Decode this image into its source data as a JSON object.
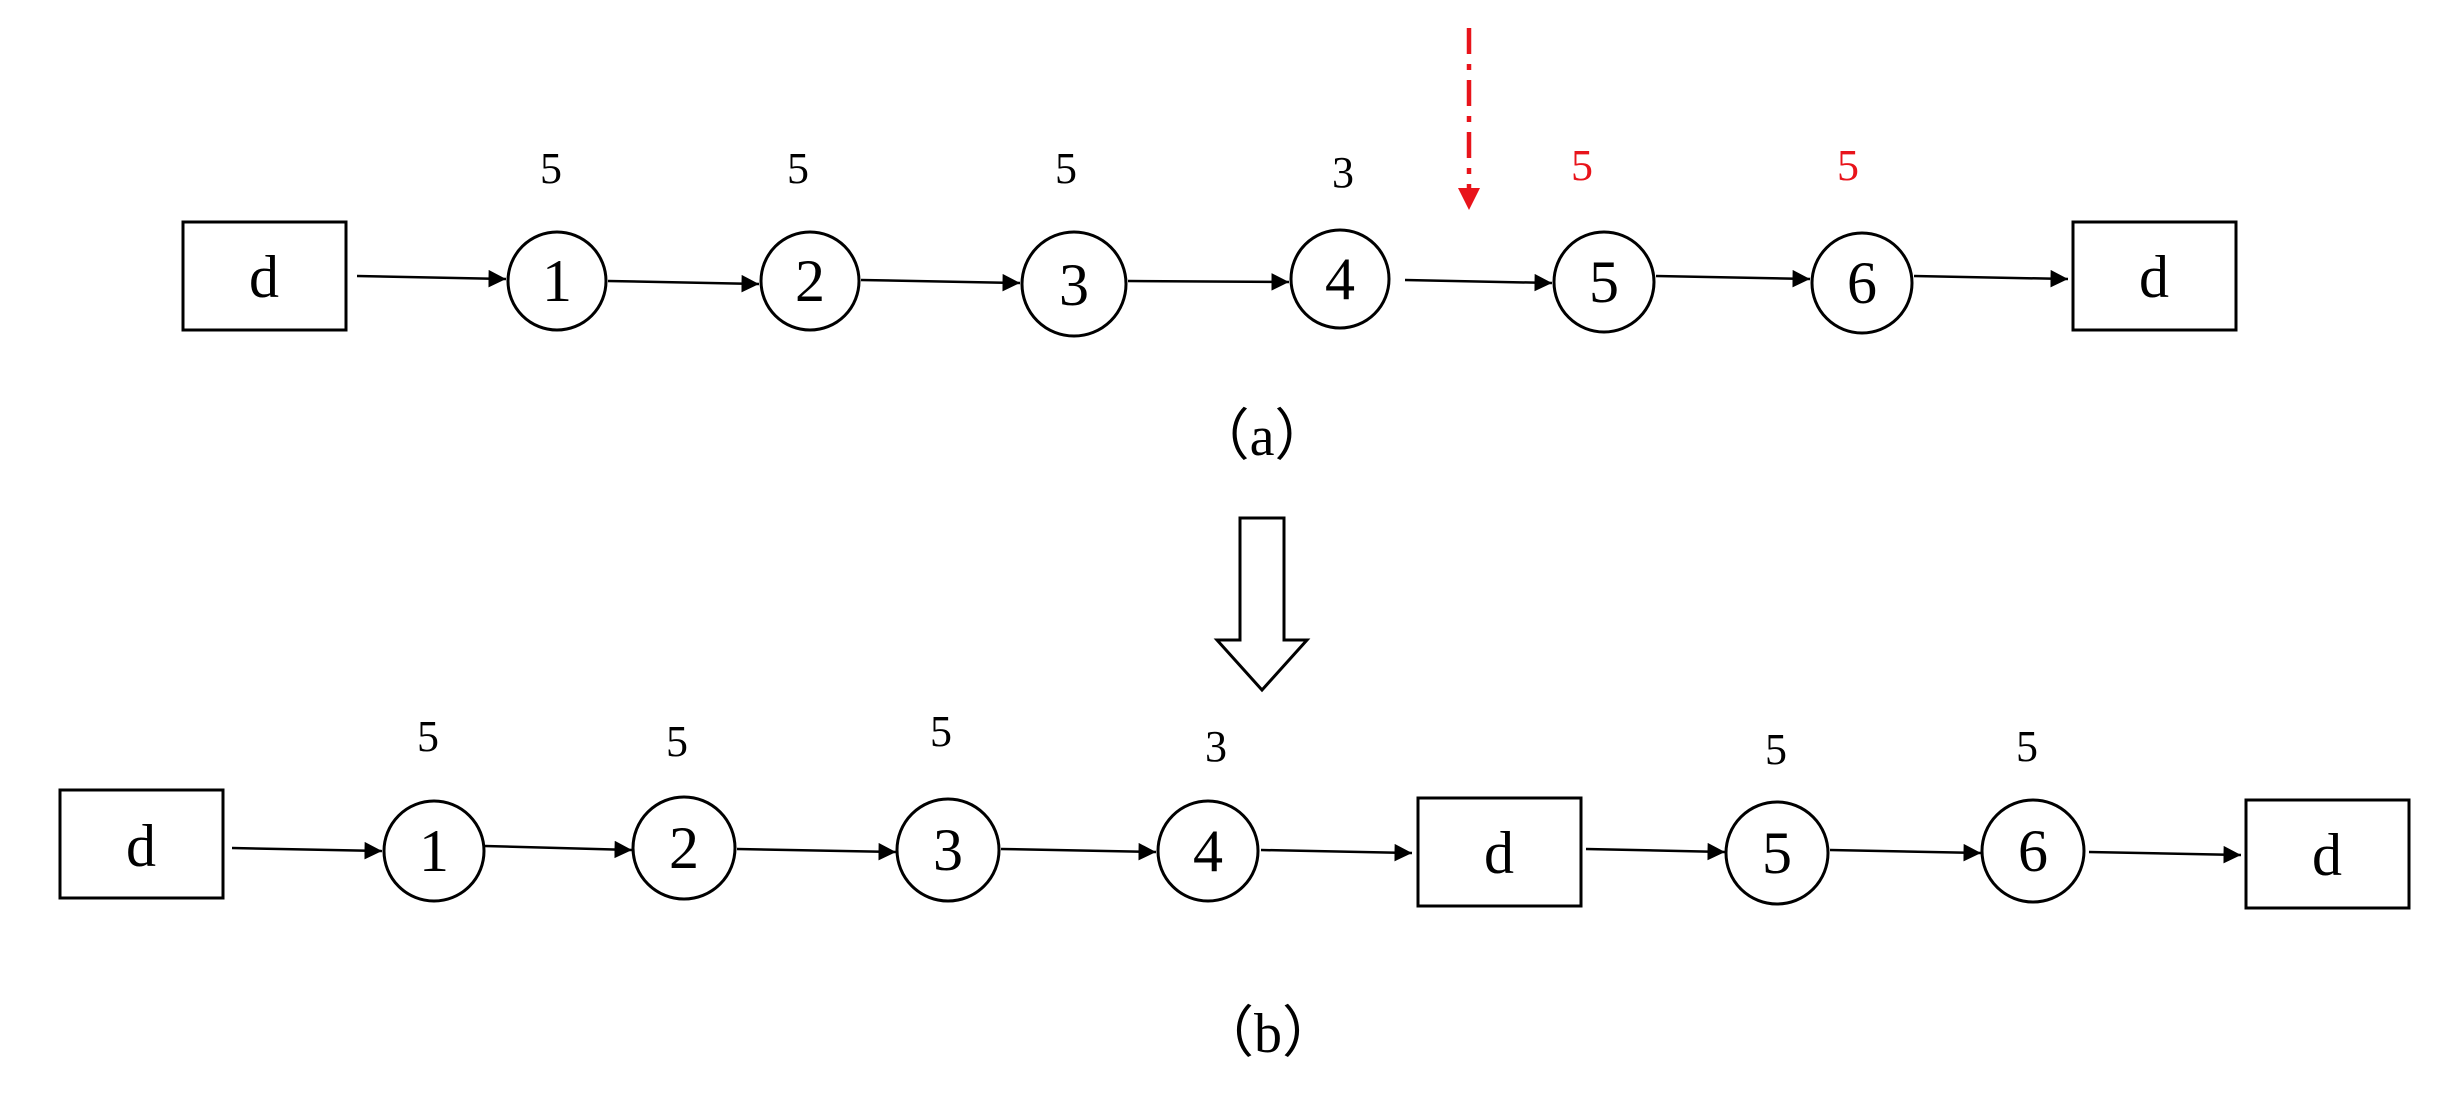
{
  "colors": {
    "line": "#000000",
    "highlight": "#e8141b"
  },
  "panel_a": {
    "caption": "（a）",
    "depot_start": "d",
    "depot_end": "d",
    "nodes": [
      {
        "label": "1",
        "demand": "5",
        "highlight": false
      },
      {
        "label": "2",
        "demand": "5",
        "highlight": false
      },
      {
        "label": "3",
        "demand": "5",
        "highlight": false
      },
      {
        "label": "4",
        "demand": "3",
        "highlight": false
      },
      {
        "label": "5",
        "demand": "5",
        "highlight": true
      },
      {
        "label": "6",
        "demand": "5",
        "highlight": true
      }
    ],
    "split_marker": "dash-dot-down-arrow"
  },
  "transform_arrow": "hollow-down-arrow",
  "panel_b": {
    "caption": "（b）",
    "route1": {
      "depot_start": "d",
      "nodes": [
        {
          "label": "1",
          "demand": "5"
        },
        {
          "label": "2",
          "demand": "5"
        },
        {
          "label": "3",
          "demand": "5"
        },
        {
          "label": "4",
          "demand": "3"
        }
      ]
    },
    "depot_middle": "d",
    "route2": {
      "nodes": [
        {
          "label": "5",
          "demand": "5"
        },
        {
          "label": "6",
          "demand": "5"
        }
      ],
      "depot_end": "d"
    }
  }
}
